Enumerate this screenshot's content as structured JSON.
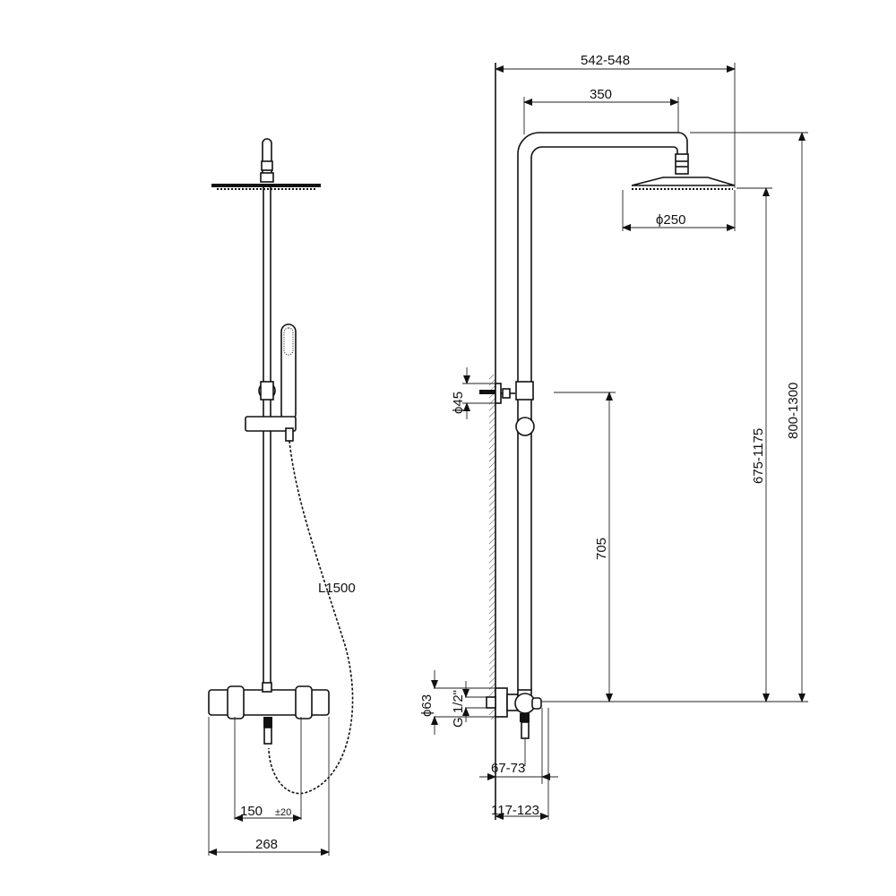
{
  "drawing": {
    "front_view": {
      "hose_length": "L1500",
      "inlet_spacing": "150",
      "inlet_tolerance": "±20",
      "mixer_width": "268"
    },
    "side_view": {
      "overall_projection": "542-548",
      "arm_length": "350",
      "head_diameter": "ϕ250",
      "wall_bracket_diameter": "ϕ45",
      "total_height": "800-1300",
      "head_height": "675-1175",
      "bracket_height": "705",
      "flange_diameter": "ϕ63",
      "thread": "G 1/2\"",
      "mixer_depth": "67-73",
      "mixer_depth_total": "117-123"
    }
  }
}
